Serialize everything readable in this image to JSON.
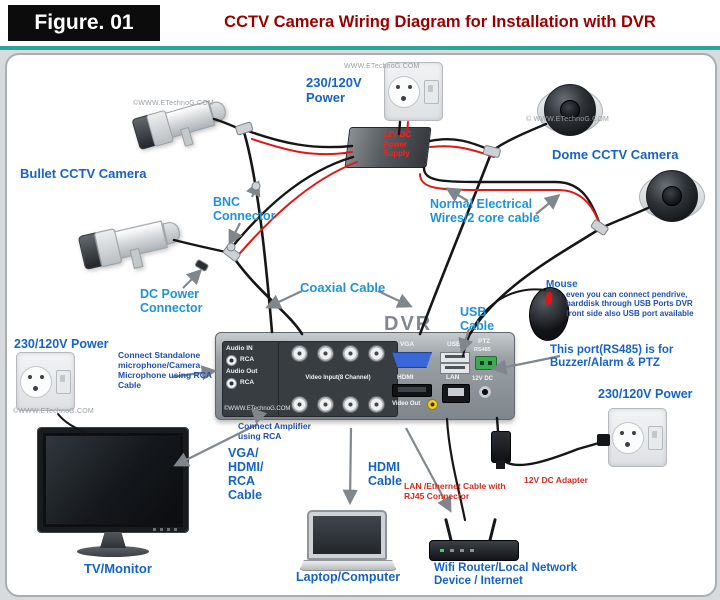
{
  "header": {
    "figure_label": "Figure. 01",
    "title": "CCTV Camera Wiring Diagram for Installation with DVR"
  },
  "watermarks": {
    "top": "WWW.ETechnoG.COM",
    "camera": "©WWW.ETechnoG.COM",
    "dome": "© WWW.ETechnoG.COM",
    "outlet": "©WWW.ETechnoG.COM"
  },
  "labels": {
    "power": "230/120V Power",
    "power_supply": "12V DC Power Supply",
    "bullet_camera": "Bullet CCTV Camera",
    "dome_camera": "Dome CCTV Camera",
    "bnc_connector": "BNC Connector",
    "dc_power_connector": "DC Power Connector",
    "normal_wires": "Normal Electrical Wires/2 core cable",
    "coaxial_cable": "Coaxial Cable",
    "usb_cable": "USB Cable",
    "mouse": "Mouse",
    "mouse_note": "even you can connect pendrive, harddisk through USB Ports DVR front side also USB port available",
    "rs485_note": "This port(RS485) is for Buzzer/Alarm & PTZ",
    "mic_note": "Connect Standalone microphone/Camera Microphone using RCA Cable",
    "amp_note": "Connect Amplifier using RCA",
    "vga_hdmi_rca": "VGA/ HDMI/ RCA Cable",
    "hdmi_cable": "HDMI Cable",
    "tv_monitor": "TV/Monitor",
    "laptop": "Laptop/Computer",
    "lan_cable": "LAN /Ethernet Cable with RJ45 Connector",
    "wifi_router": "Wifi Router/Local Network Device  / Internet",
    "dc_adapter": "12V DC Adapter"
  },
  "dvr": {
    "name": "DVR",
    "audio_in": "Audio IN",
    "rca": "RCA",
    "audio_out": "Audio Out",
    "video_input": "Video Input(8 Channel)",
    "vga": "VGA",
    "hdmi": "HDMI",
    "usb": "USB",
    "ptz": "PTZ",
    "rs485": "RS485",
    "dc_12v": "12V DC",
    "lan": "LAN",
    "video_out": "Video Out",
    "watermark": "©WWW.ETechnoG.COM"
  },
  "colors": {
    "title_red": "#9b0000",
    "teal_rule": "#2aa49c",
    "label_blue": "#1663c8",
    "label_cyan": "#2093d8",
    "note_blue": "#1f4fb2",
    "label_red": "#d62b1f",
    "wire_black": "#161616",
    "wire_red": "#e11717",
    "arrow_gray": "#81888e"
  }
}
